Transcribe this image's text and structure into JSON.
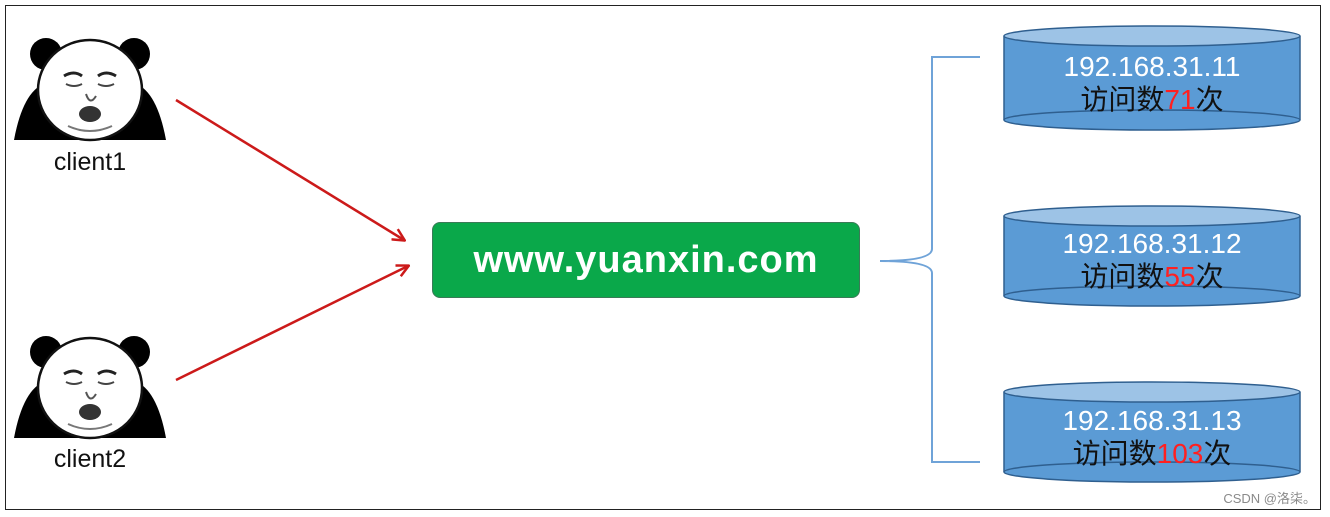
{
  "clients": [
    {
      "label": "client1"
    },
    {
      "label": "client2"
    }
  ],
  "server": {
    "domain": "www.yuanxin.com",
    "color": "#0aa84a"
  },
  "backends": [
    {
      "ip": "192.168.31.11",
      "prefix": "访问数",
      "count": "71",
      "suffix": "次"
    },
    {
      "ip": "192.168.31.12",
      "prefix": "访问数",
      "count": "55",
      "suffix": "次"
    },
    {
      "ip": "192.168.31.13",
      "prefix": "访问数",
      "count": "103",
      "suffix": "次"
    }
  ],
  "colors": {
    "arrow": "#cc1a1a",
    "brace": "#6fa3d8",
    "db_body": "#5b9bd5",
    "db_top": "#9dc3e6",
    "count_red": "#ff2020"
  },
  "watermark": "CSDN @洛柒。"
}
